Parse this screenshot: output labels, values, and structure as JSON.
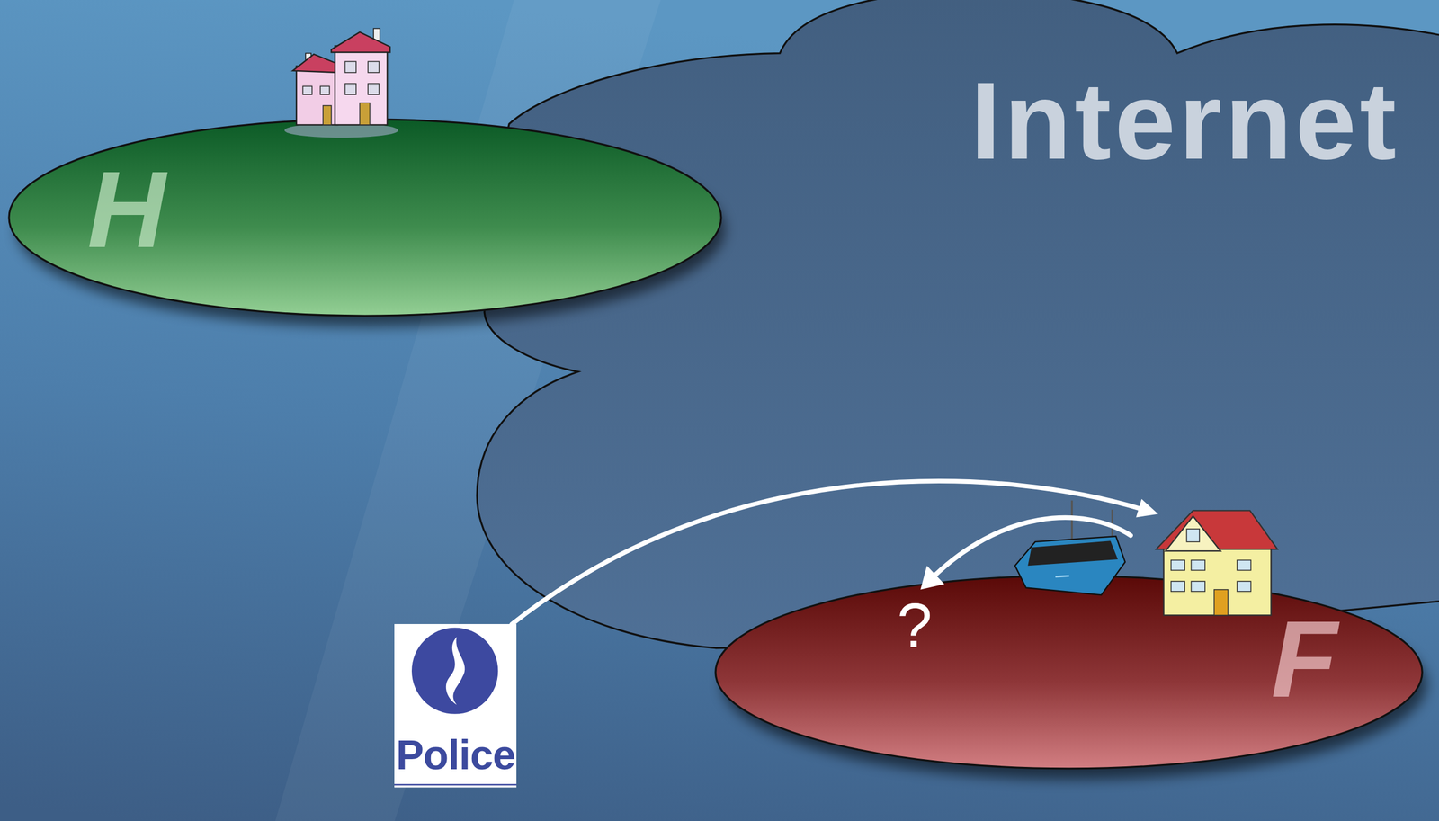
{
  "diagram": {
    "nodes": [
      {
        "text": [
          "Internet"
        ]
      },
      {
        "text": [
          "H"
        ]
      },
      {
        "text": [
          "Police"
        ]
      },
      {
        "text": [
          "F"
        ]
      }
    ],
    "edges": [
      {
        "from": 2,
        "to": 3,
        "arrow": "to"
      }
    ],
    "labels": [
      "?"
    ]
  }
}
